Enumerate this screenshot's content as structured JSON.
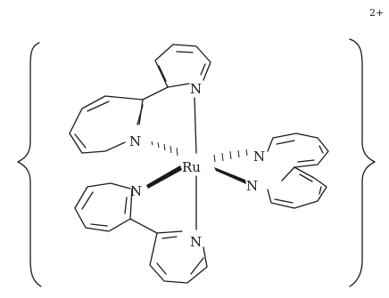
{
  "structure": {
    "metal_label": "Ru",
    "donor_label": "N",
    "charge": "2+"
  }
}
